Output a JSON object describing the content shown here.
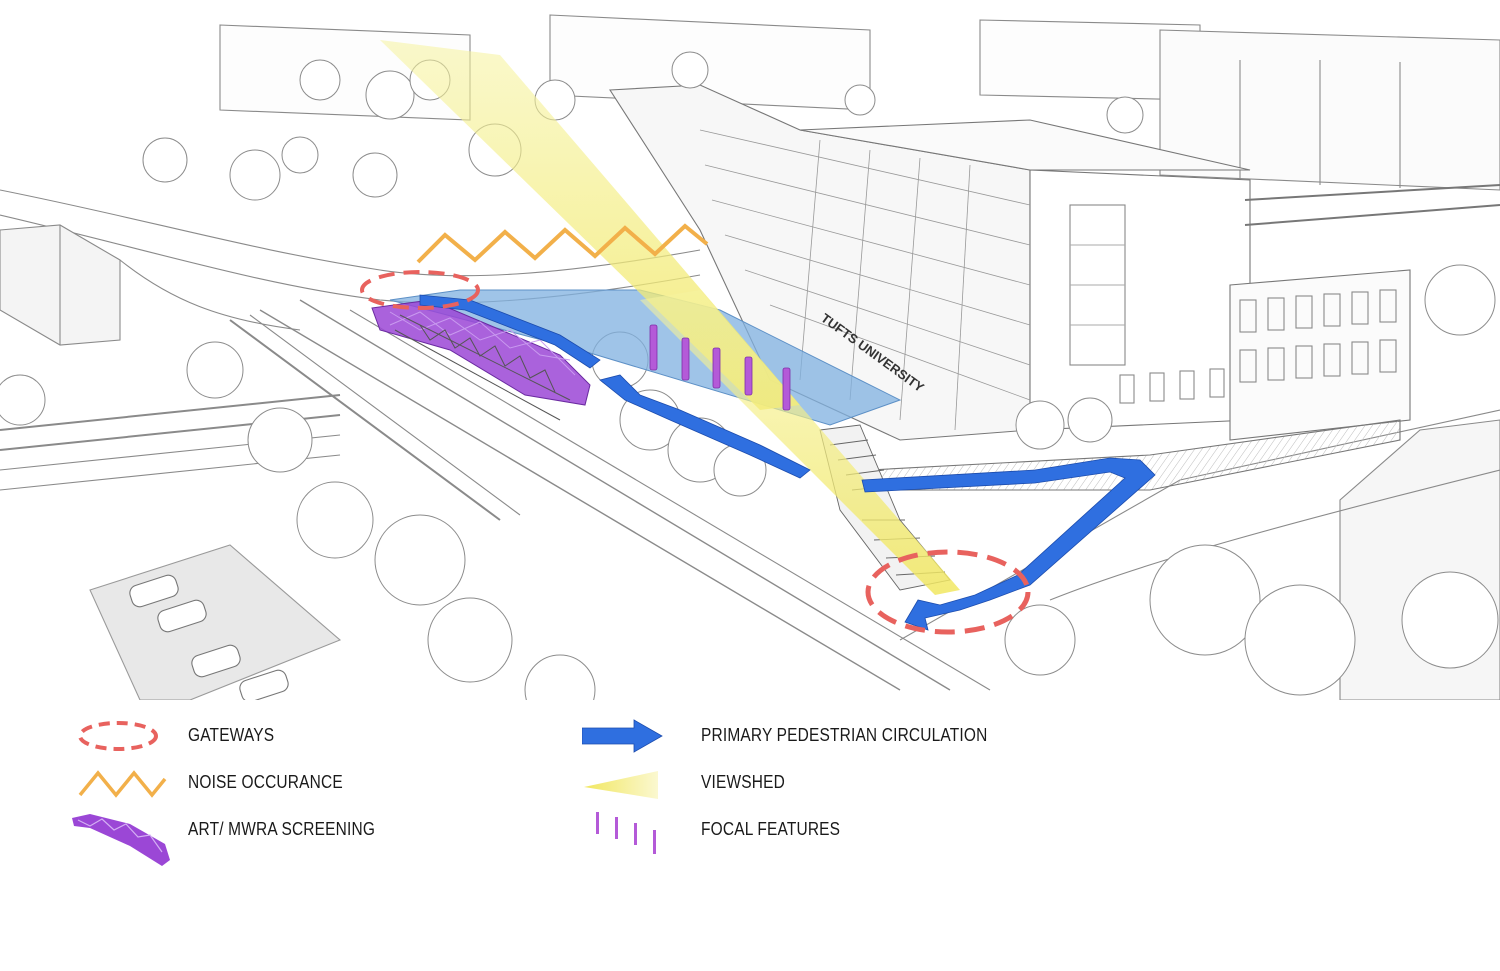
{
  "building_sign": "TUFTS UNIVERSITY",
  "legend": {
    "gateways": "GATEWAYS",
    "noise": "NOISE OCCURANCE",
    "screening": "ART/ MWRA SCREENING",
    "circulation": "PRIMARY PEDESTRIAN CIRCULATION",
    "viewshed": "VIEWSHED",
    "focal": "FOCAL FEATURES"
  },
  "colors": {
    "gateway": "#e8625e",
    "noise": "#f2b04a",
    "screening": "#9b47d6",
    "circulation": "#2f6fe0",
    "viewshed": "#f3ec8a",
    "focal": "#b45ad8",
    "plaza": "#7fb0e0"
  },
  "icons": [
    "gateway-ring-icon",
    "zigzag-icon",
    "screen-wall-icon",
    "arrow-icon",
    "wedge-icon",
    "bars-icon"
  ]
}
